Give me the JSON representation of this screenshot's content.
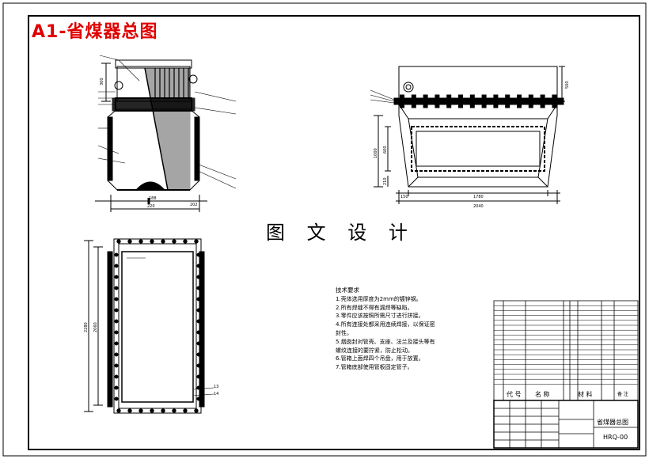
{
  "drawing": {
    "title": "A1-省煤器总图",
    "watermark": "图 文 设 计",
    "accent_color": "#e00000",
    "line_color": "#000000"
  },
  "technical_requirements": {
    "heading": "技术要求",
    "items": [
      "1.壳体选用厚度为2mm的镀锌钢。",
      "2.所有焊缝不得有漏焊等缺陷。",
      "3.零件应该按照所需尺寸进行拼接。",
      "4.所有连接处都采用连续焊接，以保证密",
      "封性。",
      "5.烟囱封对管壳、支座、法兰及接头等有",
      "螺纹连接的要拧紧，防止松动。",
      "6.管箱上面焊四个吊盘，用于放置。",
      "7.管箱底部使用管板固定管子。"
    ]
  },
  "title_block": {
    "drawing_name": "省煤器总图",
    "drawing_number": "HRQ-00",
    "header_labels": [
      "代 号",
      "名 称",
      "材 料",
      "备 注"
    ]
  },
  "dimensions": {
    "front_view": [
      "300",
      "220",
      "188",
      "202"
    ],
    "side_view": [
      "500",
      "600",
      "1000",
      "210",
      "1780",
      "2040",
      "150"
    ],
    "top_view": [
      "2280",
      "2060"
    ],
    "part_callouts": [
      "13",
      "14"
    ]
  }
}
